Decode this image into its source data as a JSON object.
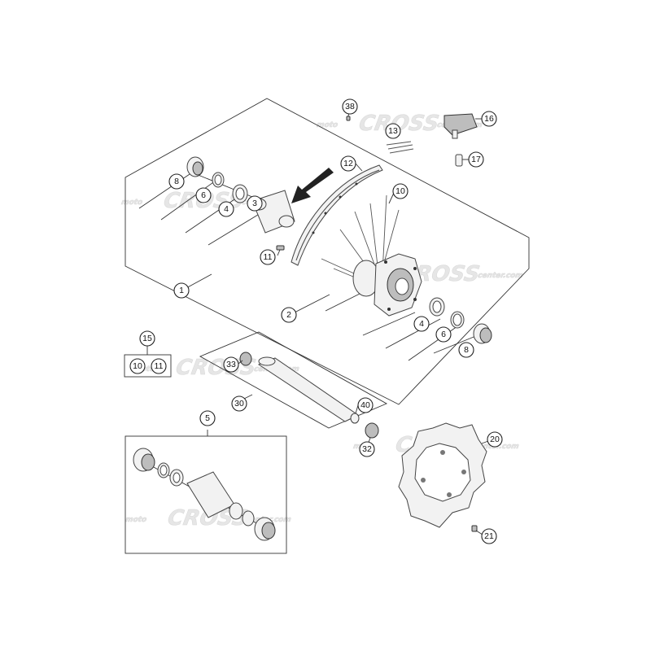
{
  "watermark": {
    "brand": "CROSS",
    "prefix": "moto",
    "suffix": "center.com"
  },
  "callouts": {
    "c1": "1",
    "c2": "2",
    "c3": "3",
    "c4a": "4",
    "c4b": "4",
    "c5": "5",
    "c6a": "6",
    "c6b": "6",
    "c8a": "8",
    "c8b": "8",
    "c10": "10",
    "c10b": "10",
    "c11": "11",
    "c11b": "11",
    "c12": "12",
    "c13": "13",
    "c15": "15",
    "c16": "16",
    "c17": "17",
    "c20": "20",
    "c21": "21",
    "c30": "30",
    "c32": "32",
    "c33": "33",
    "c38": "38",
    "c40": "40"
  },
  "colors": {
    "line": "#333333",
    "part_fill": "#f2f2f2",
    "dark_fill": "#bdbdbd",
    "watermark": "#e6e6e6"
  }
}
